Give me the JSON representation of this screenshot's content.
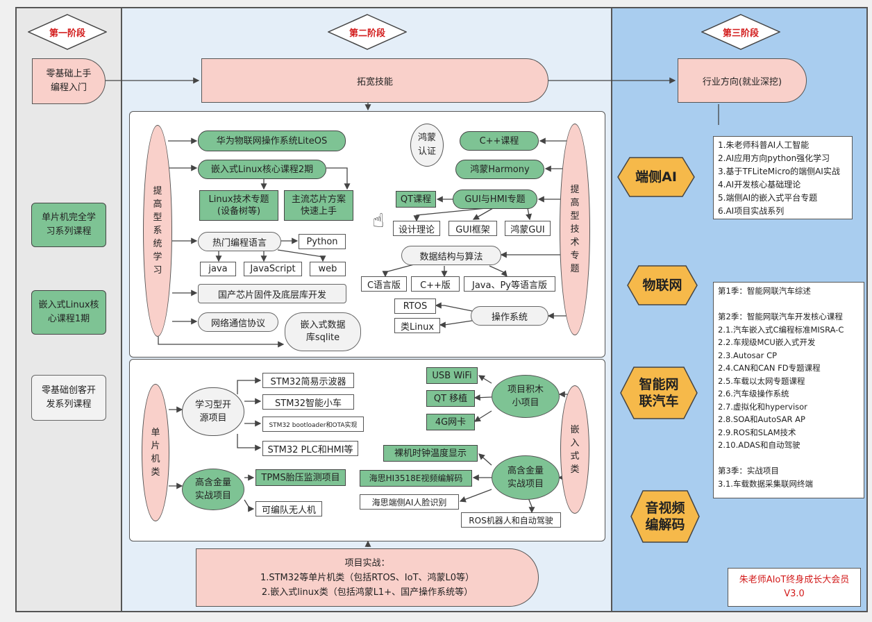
{
  "stages": {
    "s1": "第一阶段",
    "s2": "第二阶段",
    "s3": "第三阶段"
  },
  "stage1": {
    "start": "零基础上手\n编程入门",
    "mcu_course": "单片机完全学\n习系列课程",
    "linux_course": "嵌入式Linux核\n心课程1期",
    "maker_course": "零基础创客开\n发系列课程"
  },
  "stage2": {
    "expand": "拓宽技能",
    "improve_left": "提\n高\n型\n系\n统\n学\n习",
    "improve_right": "提\n高\n型\n技\n术\n专\n题",
    "liteos": "华为物联网操作系统LiteOS",
    "linux2": "嵌入式Linux核心课程2期",
    "linux_topic": "Linux技术专题\n(设备树等)",
    "chip_topic": "主流芯片方案\n快速上手",
    "hot_lang": "热门编程语言",
    "python": "Python",
    "java": "java",
    "javascript": "JavaScript",
    "web": "web",
    "domestic_chip": "国产芯片固件及底层库开发",
    "network": "网络通信协议",
    "sqlite": "嵌入式数据\n库sqlite",
    "hm_cert": "鸿蒙\n认证",
    "cpp_course": "C++课程",
    "harmony": "鸿蒙Harmony",
    "qt_course": "QT课程",
    "gui_hmi": "GUI与HMI专题",
    "design_theory": "设计理论",
    "gui_frame": "GUI框架",
    "hm_gui": "鸿蒙GUI",
    "ds_algo": "数据结构与算法",
    "c_ver": "C语言版",
    "cpp_ver": "C++版",
    "java_py_ver": "Java、Py等语言版",
    "rtos": "RTOS",
    "os": "操作系统",
    "linux_like": "类Linux",
    "mcu_class": "单\n片\n机\n类",
    "learn_open": "学习型开\n源项目",
    "stm32_scope": "STM32简易示波器",
    "stm32_car": "STM32智能小车",
    "stm32_boot": "STM32 bootloader和OTA实现",
    "stm32_plc": "STM32 PLC和HMI等",
    "high_value_l": "高含金量\n实战项目",
    "tpms": "TPMS胎压监测项目",
    "drone": "可编队无人机",
    "emb_class": "嵌\n入\n式\n类",
    "usb_wifi": "USB WiFi",
    "qt_port": "QT 移植",
    "net_card": "4G网卡",
    "block_proj": "项目积木\n小项目",
    "bare_clock": "裸机时钟温度显示",
    "hisi_video": "海思HI3518E视频编解码",
    "hisi_ai": "海思端侧AI人脸识别",
    "ros": "ROS机器人和自动驾驶",
    "high_value_r": "高含金量\n实战项目",
    "project_title": "项目实战：",
    "project_1": "1.STM32等单片机类（包括RTOS、IoT、鸿蒙L0等）",
    "project_2": "2.嵌入式linux类（包括鸿蒙L1+、国产操作系统等）"
  },
  "stage3": {
    "industry": "行业方向(就业深挖)",
    "edge_ai": "端侧AI",
    "iot": "物联网",
    "auto": "智能网\n联汽车",
    "av_codec": "音视频\n编解码",
    "edge_ai_list": [
      "1.朱老师科普AI人工智能",
      "2.AI应用方向python强化学习",
      "3.基于TFLiteMicro的端侧AI实战",
      "4.AI开发核心基础理论",
      "5.端侧AI的嵌入式平台专题",
      "6.AI项目实战系列"
    ],
    "auto_list": [
      "第1季：智能网联汽车综述",
      "",
      "第2季：智能网联汽车开发核心课程",
      "2.1.汽车嵌入式C编程标准MISRA-C",
      "2.2.车规级MCU嵌入式开发",
      "2.3.Autosar CP",
      "2.4.CAN和CAN FD专题课程",
      "2.5.车载以太网专题课程",
      "2.6.汽车级操作系统",
      "2.7.虚拟化和hypervisor",
      "2.8.SOA和AutoSAR AP",
      "2.9.ROS和SLAM技术",
      "2.10.ADAS和自动驾驶",
      "",
      "第3季：实战项目",
      "3.1.车载数据采集联网终端"
    ],
    "footer": "朱老师AIoT终身成长大会员\nV3.0"
  },
  "colors": {
    "green": "#7ec394",
    "pink": "#f9d0ca",
    "hex_orange": "#f6b94a",
    "stage_red": "#d21a1a",
    "col3_blue": "#a9cdef",
    "col2_blue": "#e4eef8"
  }
}
